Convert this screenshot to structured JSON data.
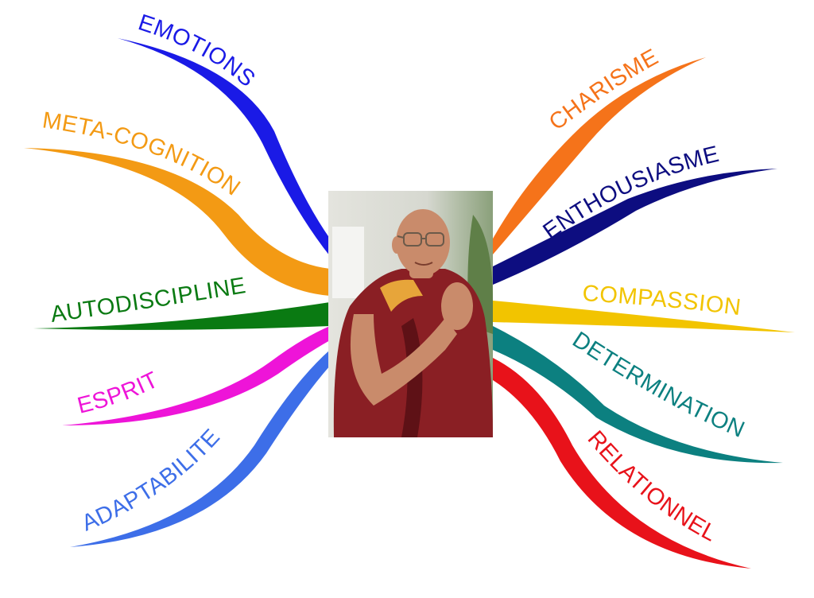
{
  "center": {
    "image_alt": "portrait photo",
    "colors": {
      "robe": "#8a1f24",
      "robe_dark": "#5e1116",
      "sash": "#e7a53a",
      "skin": "#c98b6b",
      "background": "#d8d8d2"
    }
  },
  "branches": [
    {
      "label": "EMOTIONS",
      "color": "#1a1ae6",
      "side": "left"
    },
    {
      "label": "META-COGNITION",
      "color": "#f39a14",
      "side": "left"
    },
    {
      "label": "AUTODISCIPLINE",
      "color": "#0a7a12",
      "side": "left"
    },
    {
      "label": "ESPRIT",
      "color": "#ee14d8",
      "side": "left"
    },
    {
      "label": "ADAPTABILITE",
      "color": "#3d6ee8",
      "side": "left"
    },
    {
      "label": "CHARISME",
      "color": "#f5731a",
      "side": "right"
    },
    {
      "label": "ENTHOUSIASME",
      "color": "#0d0d80",
      "side": "right"
    },
    {
      "label": "COMPASSION",
      "color": "#f2c400",
      "side": "right"
    },
    {
      "label": "DETERMINATION",
      "color": "#0c8080",
      "side": "right"
    },
    {
      "label": "RELATIONNEL",
      "color": "#e8121a",
      "side": "right"
    }
  ]
}
